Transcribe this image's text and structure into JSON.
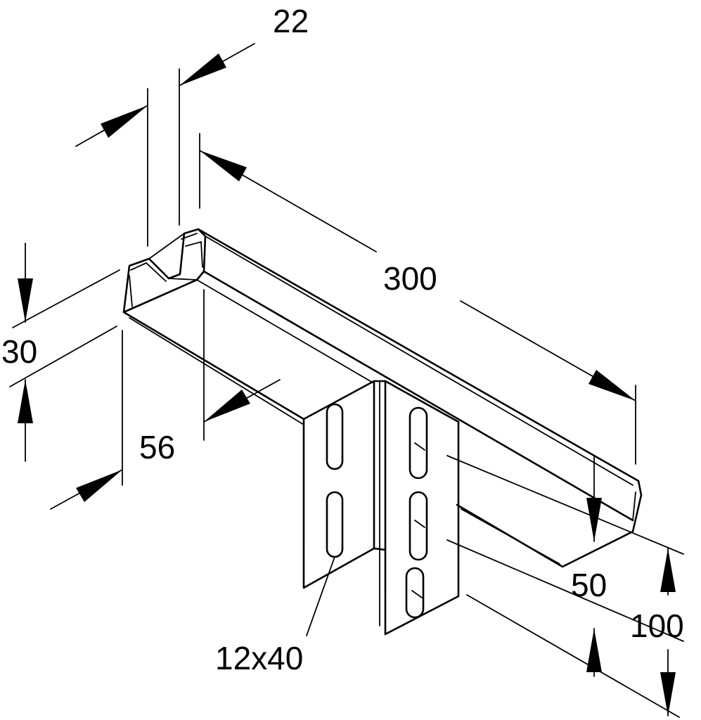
{
  "dimensions": {
    "d22": "22",
    "d300": "300",
    "d30": "30",
    "d56": "56",
    "d50": "50",
    "d100": "100",
    "slot": "12x40"
  },
  "colors": {
    "line": "#000000",
    "background": "#ffffff"
  }
}
